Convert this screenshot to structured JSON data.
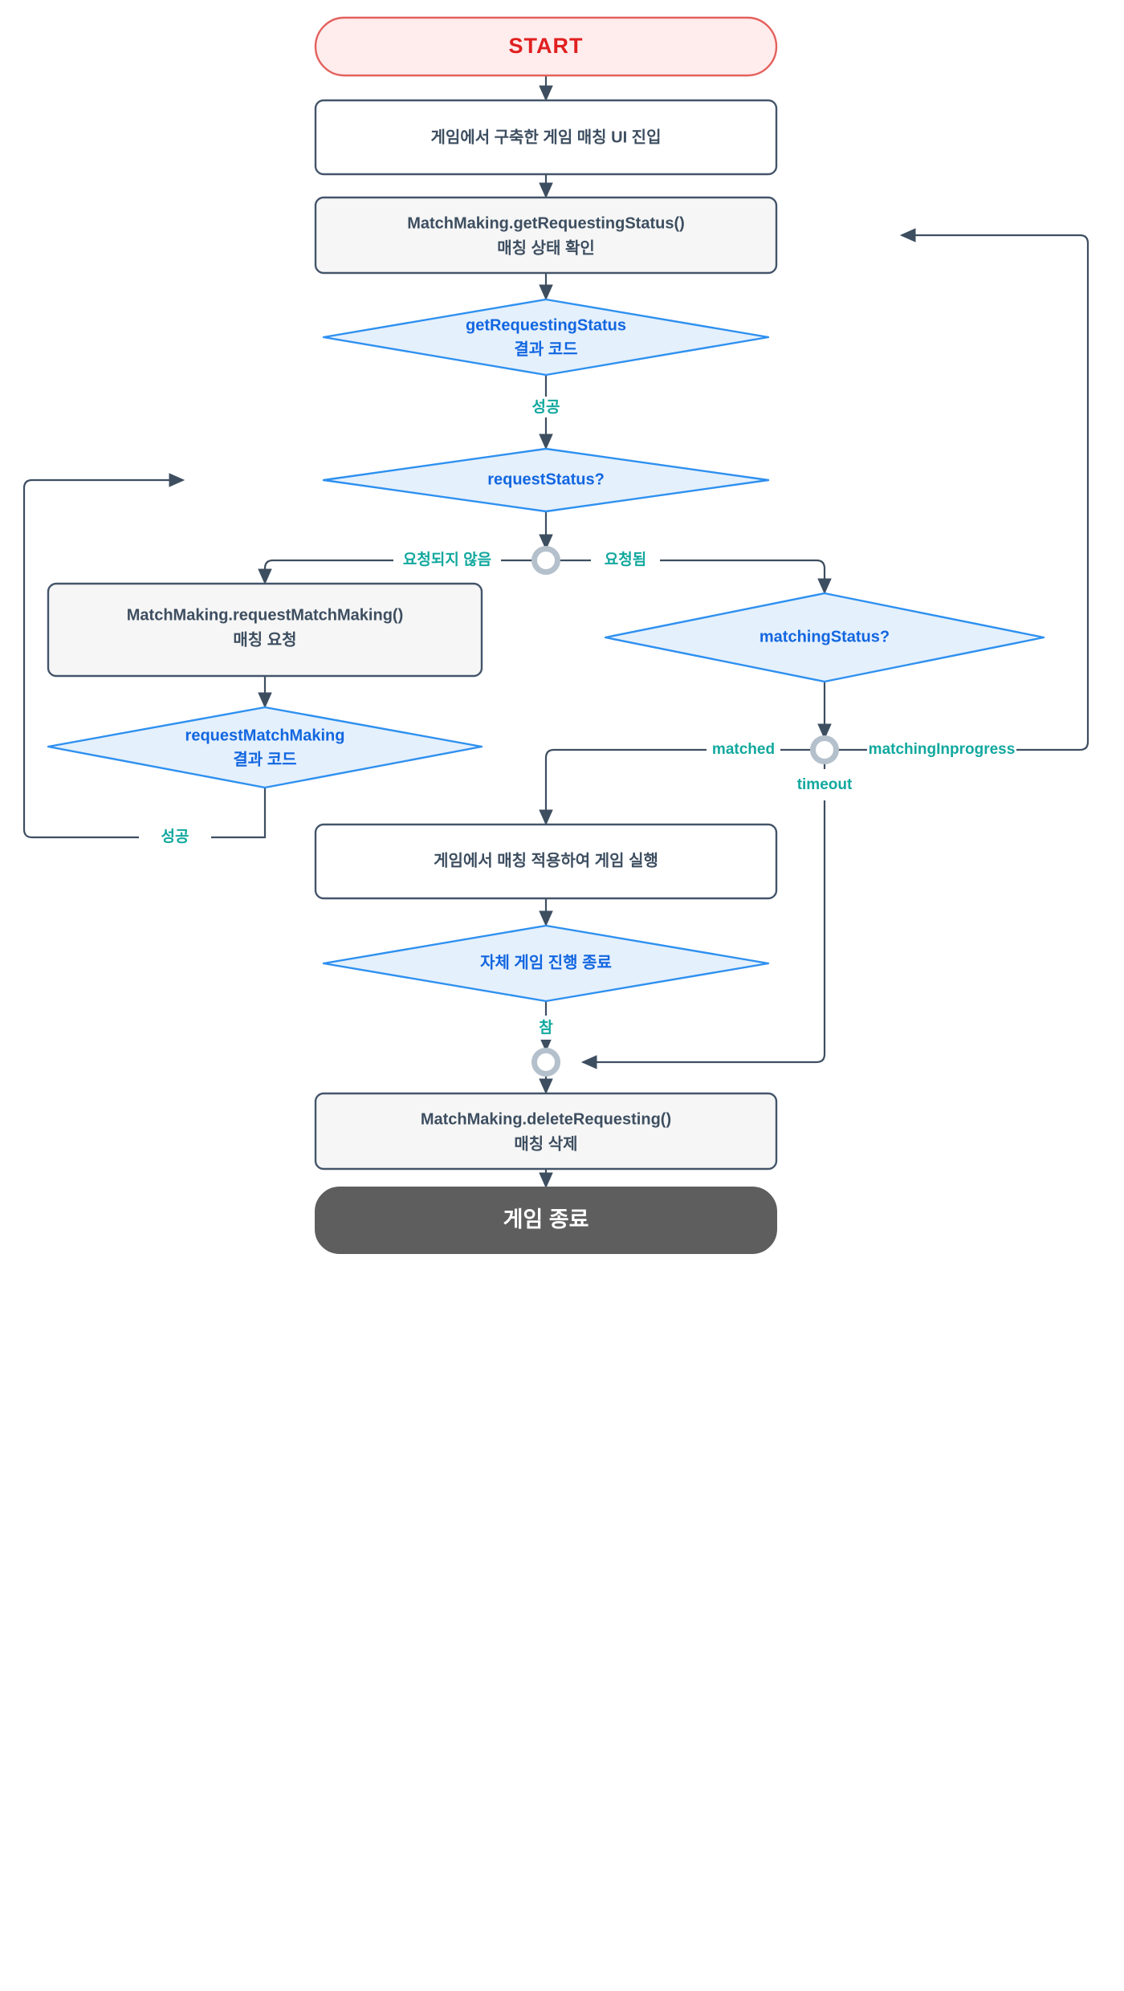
{
  "diagram": {
    "title_node": "START",
    "end_node": "게임 종료",
    "colors": {
      "start_fill": "#ffecec",
      "start_stroke": "#e4605c",
      "start_text": "#e02020",
      "process_fill_white": "#ffffff",
      "process_fill_gray": "#f6f6f6",
      "process_stroke": "#44556a",
      "process_text": "#3d4e60",
      "decision_fill": "#e4f0fc",
      "decision_stroke": "#2e90f0",
      "decision_text": "#1266e0",
      "edge_label_text": "#12a89e",
      "junction_ring": "#b4c0cb",
      "end_fill": "#5e5e5e",
      "end_text": "#ffffff",
      "line": "#3d4e60"
    },
    "nodes": [
      {
        "id": "start",
        "type": "terminator",
        "label": "START"
      },
      {
        "id": "enter_ui",
        "type": "process",
        "label": "게임에서 구축한 게임 매칭 UI 진입"
      },
      {
        "id": "get_status",
        "type": "process_gray",
        "line1": "MatchMaking.getRequestingStatus()",
        "line2": "매칭 상태 확인"
      },
      {
        "id": "get_status_code",
        "type": "decision",
        "line1": "getRequestingStatus",
        "line2": "결과 코드"
      },
      {
        "id": "request_status",
        "type": "decision",
        "line1": "requestStatus?",
        "line2": ""
      },
      {
        "id": "junction_request",
        "type": "junction",
        "label": ""
      },
      {
        "id": "request_mm",
        "type": "process_gray",
        "line1": "MatchMaking.requestMatchMaking()",
        "line2": "매칭 요청"
      },
      {
        "id": "request_mm_code",
        "type": "decision",
        "line1": "requestMatchMaking",
        "line2": "결과 코드"
      },
      {
        "id": "matching_status",
        "type": "decision",
        "line1": "matchingStatus?",
        "line2": ""
      },
      {
        "id": "junction_matching",
        "type": "junction",
        "label": ""
      },
      {
        "id": "run_game",
        "type": "process",
        "label": "게임에서 매칭 적용하여 게임 실행"
      },
      {
        "id": "game_done",
        "type": "decision",
        "line1": "자체 게임 진행 종료",
        "line2": ""
      },
      {
        "id": "junction_end",
        "type": "junction",
        "label": ""
      },
      {
        "id": "delete_requesting",
        "type": "process_gray",
        "line1": "MatchMaking.deleteRequesting()",
        "line2": "매칭 삭제"
      },
      {
        "id": "end",
        "type": "terminator_end",
        "label": "게임 종료"
      }
    ],
    "edge_labels": {
      "get_status_success": "성공",
      "not_requested": "요청되지 않음",
      "requested": "요청됨",
      "request_mm_success": "성공",
      "matched": "matched",
      "matching_in_progress": "matchingInprogress",
      "timeout": "timeout",
      "true": "참"
    }
  }
}
